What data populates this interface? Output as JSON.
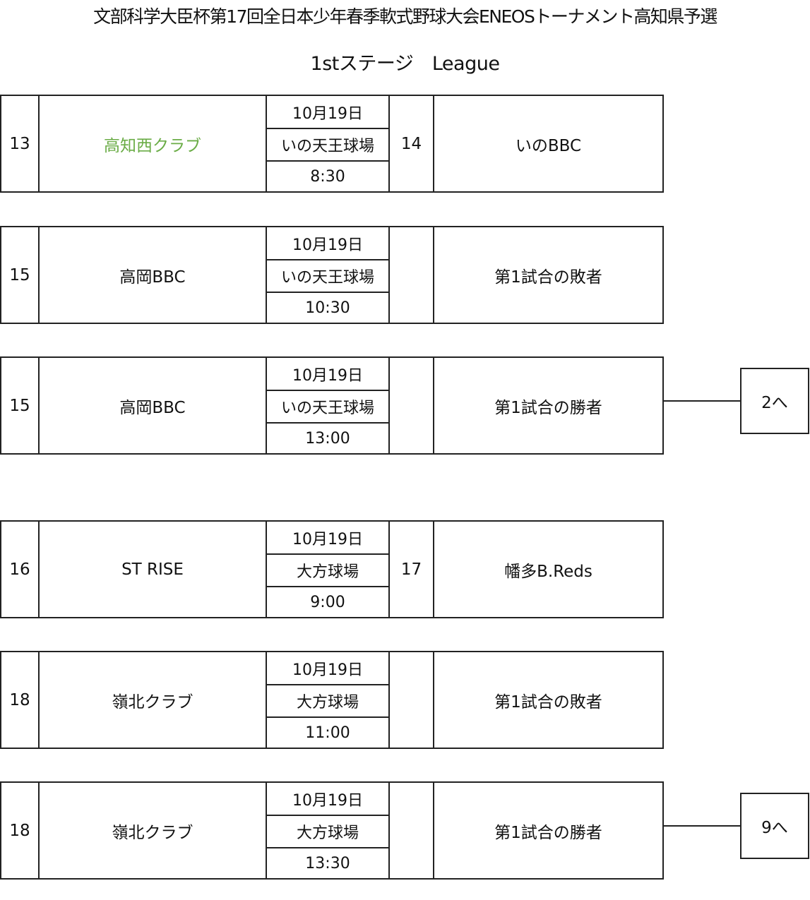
{
  "title": "文部科学大臣杯第17回全日本少年春季軟式野球大会ENEOSトーナメント高知県予選",
  "subtitle": "1stステージ　League",
  "colors": {
    "highlight_team": "#6aac46",
    "border": "#222222"
  },
  "matches": [
    {
      "home_no": "13",
      "home_team": "高知西クラブ",
      "home_highlight": true,
      "date": "10月19日",
      "venue": "いの天王球場",
      "time": "8:30",
      "away_no": "14",
      "away_team": "いのBBC",
      "next": ""
    },
    {
      "home_no": "15",
      "home_team": "高岡BBC",
      "date": "10月19日",
      "venue": "いの天王球場",
      "time": "10:30",
      "away_no": "",
      "away_team": "第1試合の敗者",
      "next": ""
    },
    {
      "home_no": "15",
      "home_team": "高岡BBC",
      "date": "10月19日",
      "venue": "いの天王球場",
      "time": "13:00",
      "away_no": "",
      "away_team": "第1試合の勝者",
      "next": "2へ"
    },
    {
      "home_no": "16",
      "home_team": "ST RISE",
      "date": "10月19日",
      "venue": "大方球場",
      "time": "9:00",
      "away_no": "17",
      "away_team": "幡多B.Reds",
      "next": ""
    },
    {
      "home_no": "18",
      "home_team": "嶺北クラブ",
      "date": "10月19日",
      "venue": "大方球場",
      "time": "11:00",
      "away_no": "",
      "away_team": "第1試合の敗者",
      "next": ""
    },
    {
      "home_no": "18",
      "home_team": "嶺北クラブ",
      "date": "10月19日",
      "venue": "大方球場",
      "time": "13:30",
      "away_no": "",
      "away_team": "第1試合の勝者",
      "next": "9へ"
    }
  ]
}
